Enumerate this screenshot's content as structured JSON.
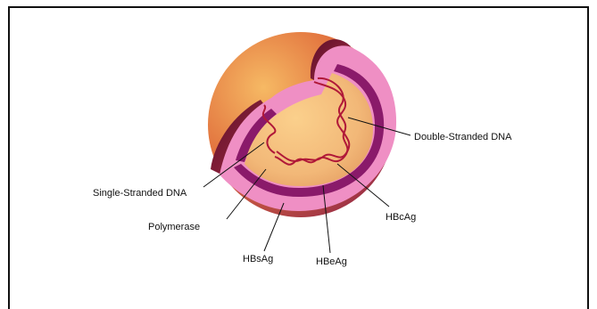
{
  "diagram": {
    "labels": {
      "double_stranded_dna": "Double-Stranded DNA",
      "single_stranded_dna": "Single-Stranded DNA",
      "polymerase": "Polymerase",
      "hbsag": "HBsAg",
      "hbeag": "HBeAg",
      "hbcag": "HBcAg"
    },
    "colors": {
      "outer_sphere_light": "#f6b964",
      "outer_sphere_mid": "#e2733e",
      "outer_sphere_dark": "#9b2f46",
      "envelope_pink": "#ef8fc4",
      "envelope_band": "#8a1a6a",
      "core_light": "#fbd08c",
      "core_dark": "#e6a064",
      "dna_strand": "#b01838",
      "line": "#111111"
    }
  }
}
